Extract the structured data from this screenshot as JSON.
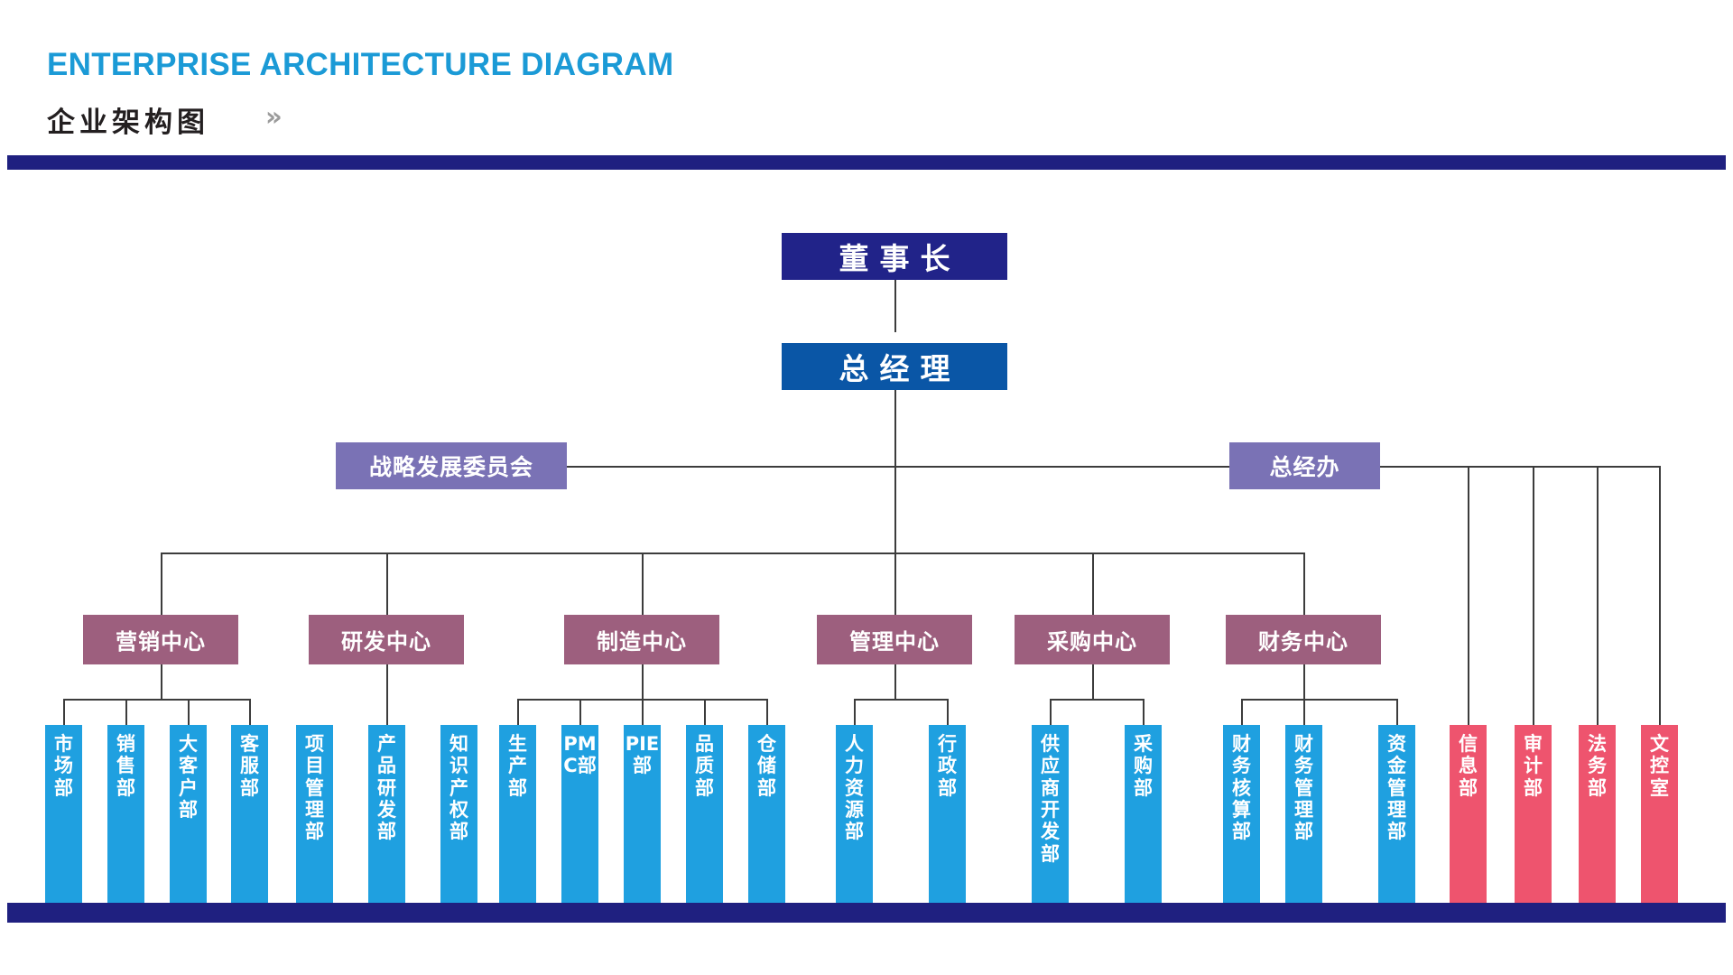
{
  "header": {
    "title_en": "ENTERPRISE ARCHITECTURE DIAGRAM",
    "title_cn": "企业架构图",
    "chevron": "»"
  },
  "colors": {
    "accent_blue": "#1b9ad6",
    "bar_navy": "#1f2080",
    "chairman": "#212389",
    "general_manager": "#0a56a6",
    "staff_purple": "#7a72b5",
    "center_mauve": "#9d5f7e",
    "dept_blue": "#1fa0e0",
    "dept_pink": "#ee546e",
    "connector": "#3c3c3c"
  },
  "chart_data": {
    "type": "diagram",
    "title": "企业架构图 / ENTERPRISE ARCHITECTURE DIAGRAM",
    "levels": [
      "董事长",
      "总经理",
      "委员会/总经办",
      "中心",
      "部门"
    ],
    "nodes": [
      {
        "id": "chairman",
        "label": "董事长",
        "level": 0,
        "color": "#212389"
      },
      {
        "id": "gm",
        "label": "总经理",
        "level": 1,
        "color": "#0a56a6"
      },
      {
        "id": "strategy",
        "label": "战略发展委员会",
        "level": 2,
        "color": "#7a72b5"
      },
      {
        "id": "gm-office",
        "label": "总经办",
        "level": 2,
        "color": "#7a72b5"
      }
    ],
    "edges": [
      {
        "from": "chairman",
        "to": "gm"
      },
      {
        "from": "gm",
        "to": "strategy"
      },
      {
        "from": "gm",
        "to": "gm-office"
      }
    ]
  },
  "top": {
    "chairman": "董事长",
    "general_manager": "总经理"
  },
  "staff": {
    "strategy_committee": "战略发展委员会",
    "gm_office": "总经办"
  },
  "centers": [
    {
      "label": "营销中心",
      "departments": [
        "市场部",
        "销售部",
        "大客户部",
        "客服部"
      ]
    },
    {
      "label": "研发中心",
      "departments": [
        "项目管理部",
        "产品研发部",
        "知识产权部"
      ]
    },
    {
      "label": "制造中心",
      "departments": [
        "生产部",
        "PMC部",
        "PIE部",
        "品质部",
        "仓储部"
      ]
    },
    {
      "label": "管理中心",
      "departments": [
        "人力资源部",
        "行政部"
      ]
    },
    {
      "label": "采购中心",
      "departments": [
        "供应商开发部",
        "采购部"
      ]
    },
    {
      "label": "财务中心",
      "departments": [
        "财务核算部",
        "财务管理部",
        "资金管理部"
      ]
    }
  ],
  "direct_departments": [
    "信息部",
    "审计部",
    "法务部",
    "文控室"
  ]
}
